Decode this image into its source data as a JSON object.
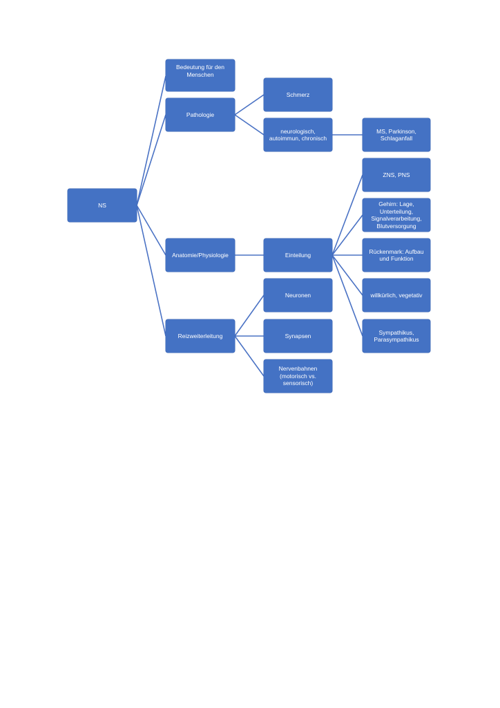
{
  "diagram": {
    "root": {
      "label": "NS"
    },
    "level1": [
      {
        "label": "Bedeutung für den\nMenschen"
      },
      {
        "label": "Pathologie"
      },
      {
        "label": "Anatomie/Physiologie"
      },
      {
        "label": "Reizweiterleitung"
      }
    ],
    "pathologie_children": [
      {
        "label": "Schmerz"
      },
      {
        "label": "neurologisch,\nautoimmun, chronisch"
      }
    ],
    "neuro_children": [
      {
        "label": "MS, Parkinson,\nSchlaganfall"
      }
    ],
    "anatomie_children": [
      {
        "label": "Einteilung"
      }
    ],
    "einteilung_children": [
      {
        "label": "ZNS, PNS"
      },
      {
        "label": "Gehirn: Lage,\nUnterteilung,\nSignalverarbeitung,\nBlutversorgung"
      },
      {
        "label": "Rückenmark: Aufbau\nund Funktion"
      },
      {
        "label": "willkürlich, vegetativ"
      },
      {
        "label": "Sympathikus,\nParasympathikus"
      }
    ],
    "reiz_children": [
      {
        "label": "Neuronen"
      },
      {
        "label": "Synapsen"
      },
      {
        "label": "Nervenbahnen\n(motorisch vs.\nsensorisch)"
      }
    ],
    "colors": {
      "node_fill": "#4472c4",
      "node_text": "#ffffff",
      "connector": "#4a72c4"
    }
  }
}
